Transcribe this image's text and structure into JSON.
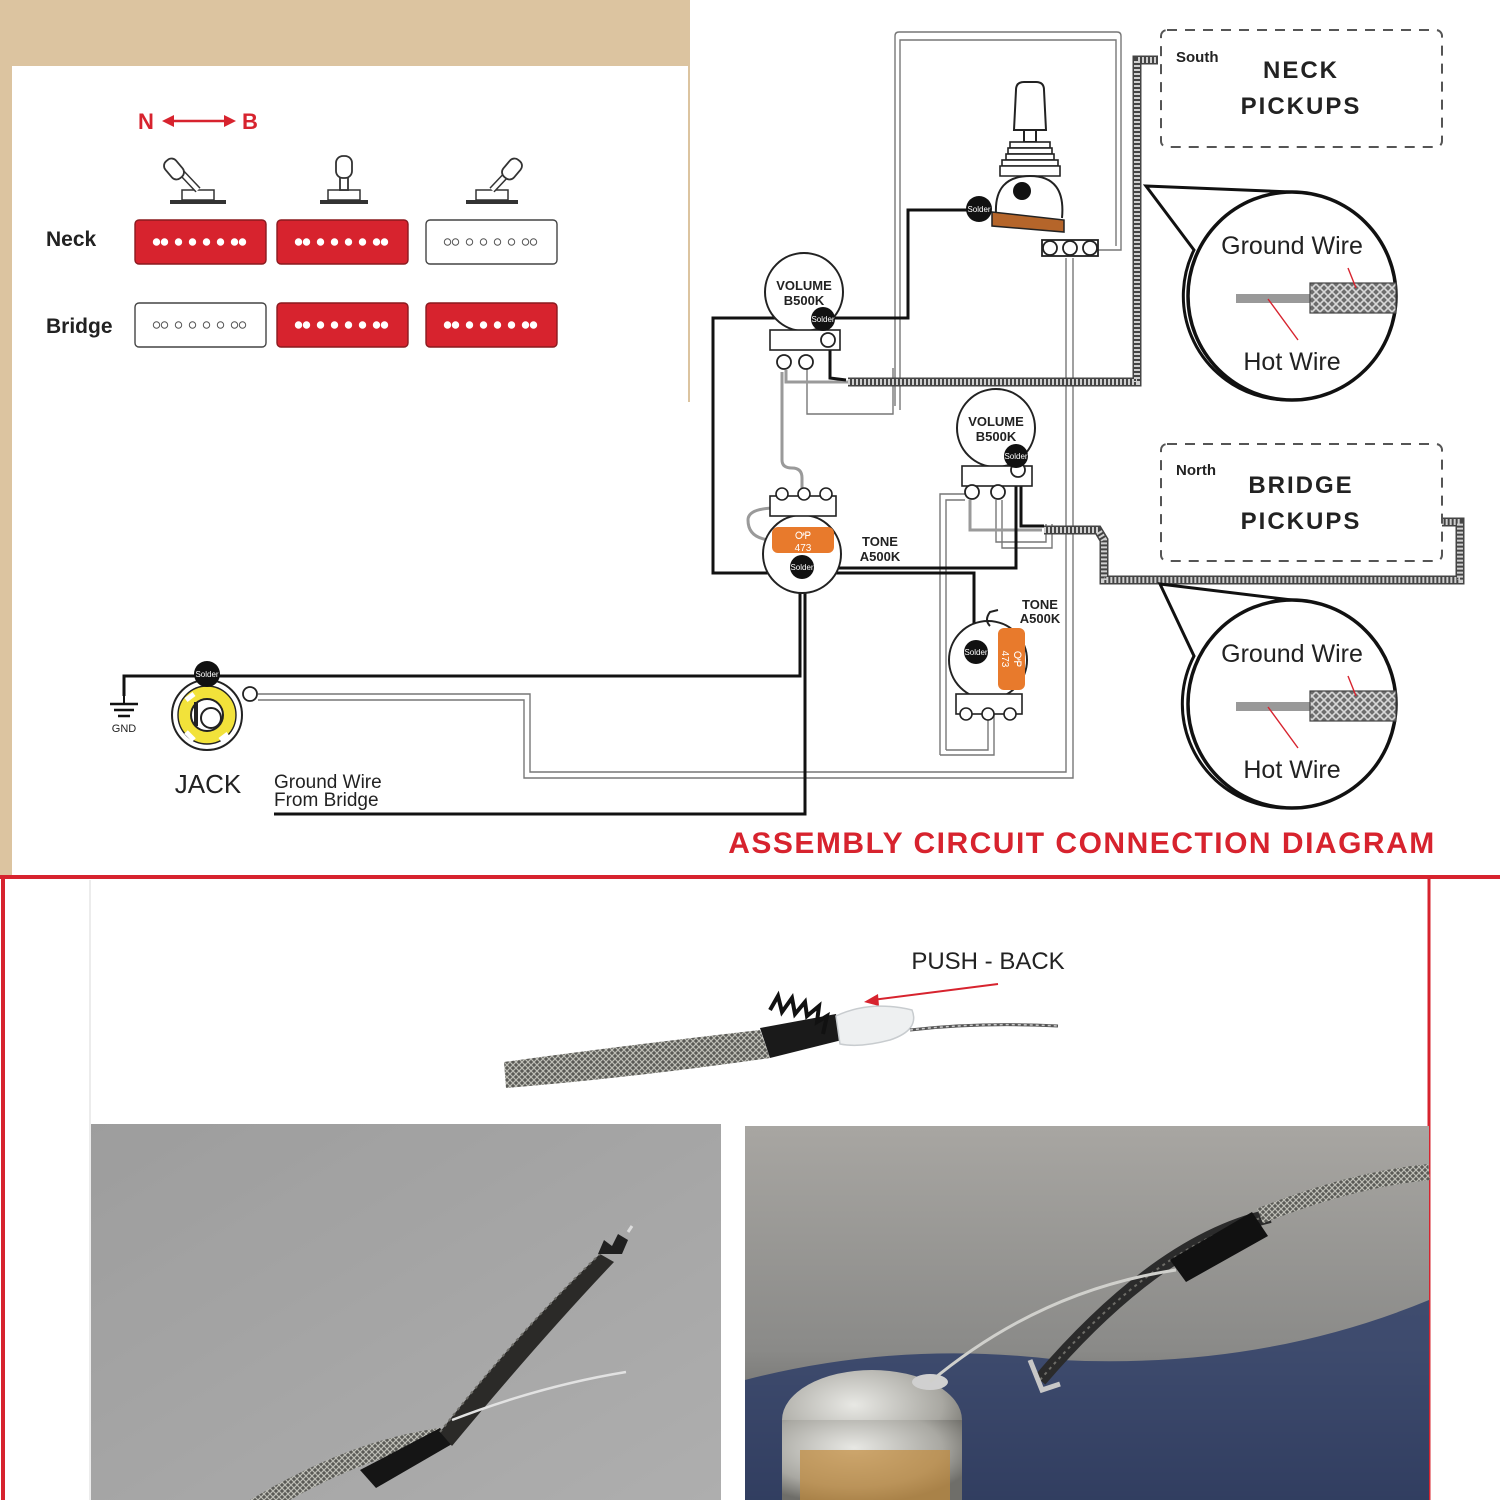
{
  "switch_chart": {
    "direction_left": "N",
    "direction_right": "B",
    "rows": [
      {
        "label": "Neck",
        "states": [
          true,
          true,
          false
        ]
      },
      {
        "label": "Bridge",
        "states": [
          false,
          true,
          true
        ]
      }
    ]
  },
  "labels": {
    "neck_pickups_line1": "NECK",
    "neck_pickups_line2": "PICKUPS",
    "neck_polarity": "South",
    "bridge_pickups_line1": "BRIDGE",
    "bridge_pickups_line2": "PICKUPS",
    "bridge_polarity": "North",
    "ground_wire": "Ground Wire",
    "hot_wire": "Hot Wire",
    "volume": "VOLUME",
    "volume_value": "B500K",
    "tone": "TONE",
    "tone_value": "A500K",
    "solder": "Solder",
    "cap_value": "473",
    "cap_code": "ᎤᏢ",
    "gnd": "GND",
    "jack": "JACK",
    "ground_from_bridge_line1": "Ground Wire",
    "ground_from_bridge_line2": "From Bridge",
    "title": "ASSEMBLY CIRCUIT CONNECTION DIAGRAM",
    "push_back": "PUSH - BACK"
  },
  "colors": {
    "accent_red": "#d7232e",
    "tan_background": "#dcc4a0",
    "capacitor_orange": "#e87a2c",
    "selector_copper": "#b5652a",
    "jack_yellow": "#f2e23a"
  }
}
